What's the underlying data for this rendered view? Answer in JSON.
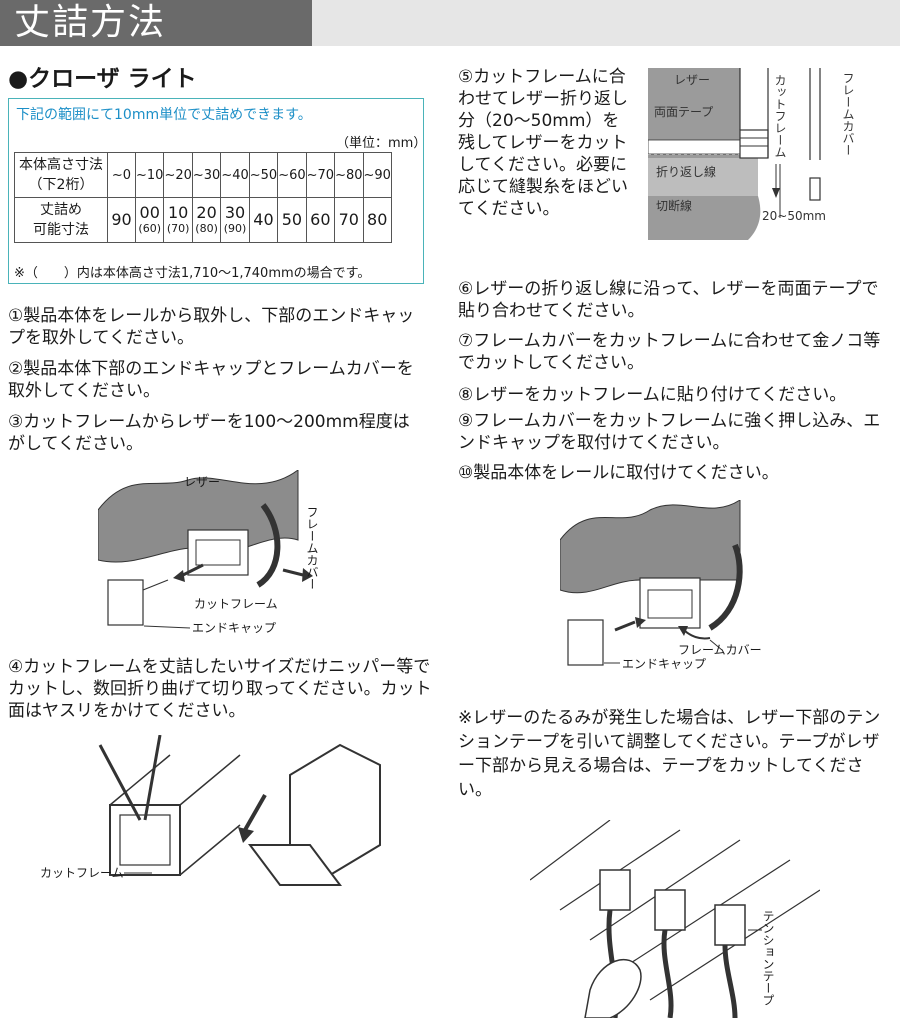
{
  "header": {
    "title": "丈詰方法"
  },
  "section": {
    "heading": "●クローザ ライト"
  },
  "table": {
    "note": "下記の範囲にて10mm単位で丈詰めできます。",
    "unit": "（単位：mm）",
    "row1_header_a": "本体高さ寸法",
    "row1_header_b": "（下2桁）",
    "row1": [
      "~0",
      "~10",
      "~20",
      "~30",
      "~40",
      "~50",
      "~60",
      "~70",
      "~80",
      "~90"
    ],
    "row2_header_a": "丈詰め",
    "row2_header_b": "可能寸法",
    "row2_main": [
      "90",
      "00",
      "10",
      "20",
      "30",
      "40",
      "50",
      "60",
      "70",
      "80"
    ],
    "row2_sub": [
      "",
      "(60)",
      "(70)",
      "(80)",
      "(90)",
      "",
      "",
      "",
      "",
      ""
    ],
    "footnote": "※（　　）内は本体高さ寸法1,710～1,740mmの場合です。"
  },
  "steps": {
    "s1": "①製品本体をレールから取外し、下部のエンドキャップを取外してください。",
    "s2": "②製品本体下部のエンドキャップとフレームカバーを取外してください。",
    "s3": "③カットフレームからレザーを100～200mm程度はがしてください。",
    "s4": "④カットフレームを丈詰したいサイズだけニッパー等でカットし、数回折り曲げて切り取ってください。カット面はヤスリをかけてください。",
    "s5": "⑤カットフレームに合わせてレザー折り返し分（20～50mm）を残してレザーをカットしてください。必要に応じて縫製糸をほどいてください。",
    "s6": "⑥レザーの折り返し線に沿って、レザーを両面テープで貼り合わせてください。",
    "s7": "⑦フレームカバーをカットフレームに合わせて金ノコ等でカットしてください。",
    "s8": "⑧レザーをカットフレームに貼り付けてください。",
    "s9": "⑨フレームカバーをカットフレームに強く押し込み、エンドキャップを取付けてください。",
    "s10": "⑩製品本体をレールに取付けてください。",
    "note": "※レザーのたるみが発生した場合は、レザー下部のテンションテープを引いて調整してください。テープがレザー下部から見える場合は、テープをカットしてください。"
  },
  "labels": {
    "leather": "レザー",
    "frame_cover": "フレームカバー",
    "cut_frame": "カットフレーム",
    "end_cap": "エンドキャップ",
    "double_tape": "両面テープ",
    "fold_line": "折り返し線",
    "cut_line": "切断線",
    "fold_range": "20~50mm",
    "tension_tape": "テンションテープ"
  }
}
